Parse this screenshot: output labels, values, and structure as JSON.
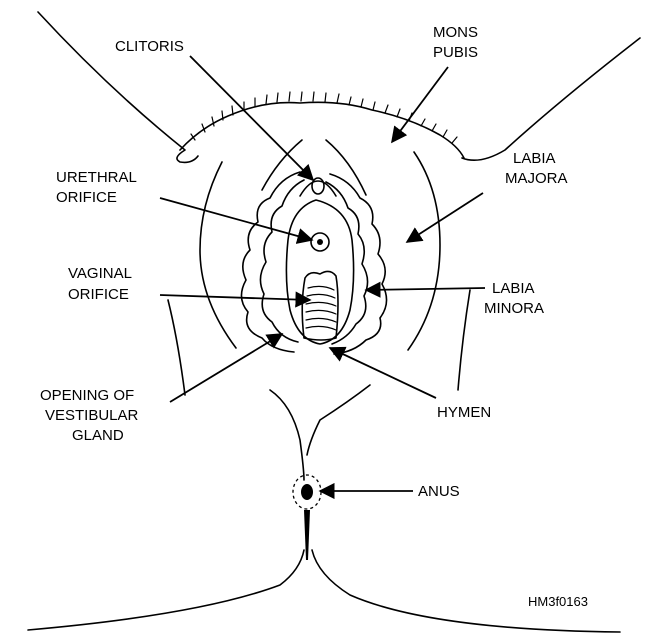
{
  "labels": {
    "clitoris": "CLITORIS",
    "mons_pubis_1": "MONS",
    "mons_pubis_2": "PUBIS",
    "labia_majora_1": "LABIA",
    "labia_majora_2": "MAJORA",
    "urethral_1": "URETHRAL",
    "urethral_2": "ORIFICE",
    "vaginal_1": "VAGINAL",
    "vaginal_2": "ORIFICE",
    "labia_minora_1": "LABIA",
    "labia_minora_2": "MINORA",
    "vestibular_1": "OPENING OF",
    "vestibular_2": "VESTIBULAR",
    "vestibular_3": "GLAND",
    "hymen": "HYMEN",
    "anus": "ANUS",
    "figure_id": "HM3f0163"
  }
}
